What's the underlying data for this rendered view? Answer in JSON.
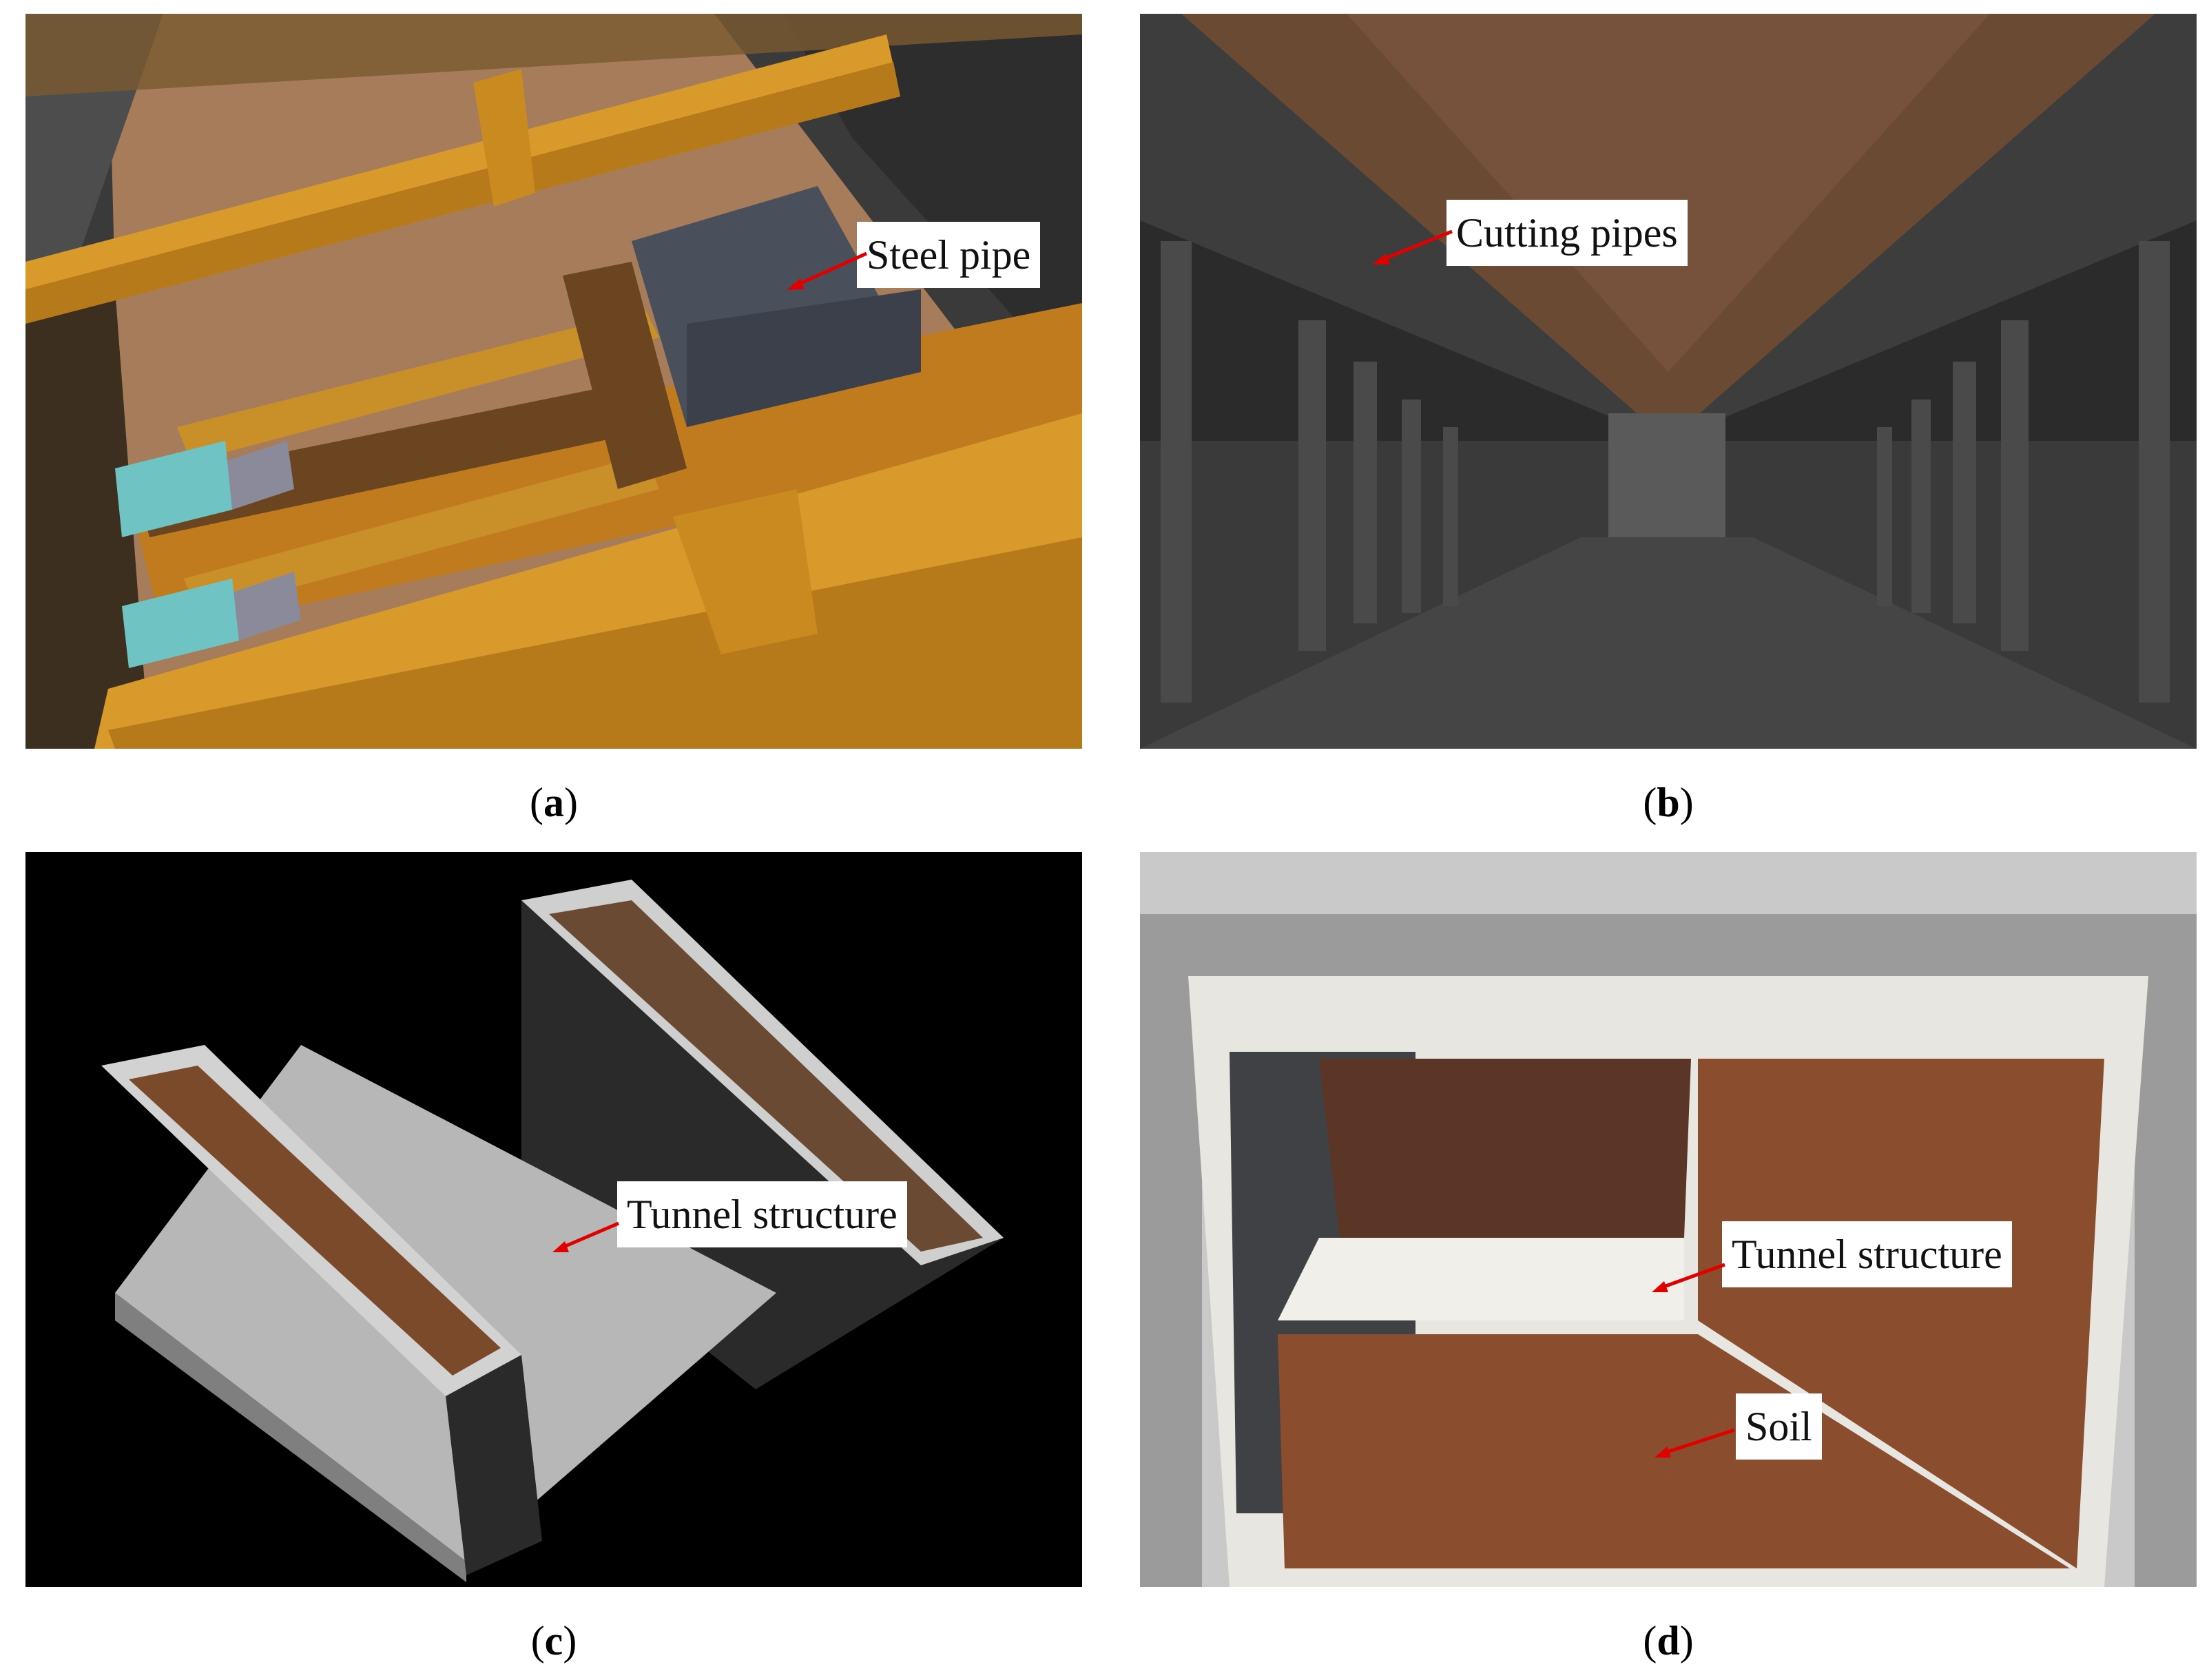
{
  "panels": [
    {
      "id": "a",
      "caption": "a",
      "labels": [
        "Steel pipe"
      ]
    },
    {
      "id": "b",
      "caption": "b",
      "labels": [
        "Cutting pipes"
      ]
    },
    {
      "id": "c",
      "caption": "c",
      "labels": [
        "Tunnel structure"
      ]
    },
    {
      "id": "d",
      "caption": "d",
      "labels": [
        "Tunnel structure",
        "Soil"
      ]
    }
  ],
  "colors": {
    "soil_tan": "#a67c5b",
    "pipe_orange": "#d89a2a",
    "steel_gray": "#4a4f5c",
    "jack_cyan": "#6fc3c3",
    "rust": "#7a4a2a",
    "concrete": "#cfcfcf",
    "soil_red": "#8a4e2e",
    "arrow_red": "#e00000"
  }
}
